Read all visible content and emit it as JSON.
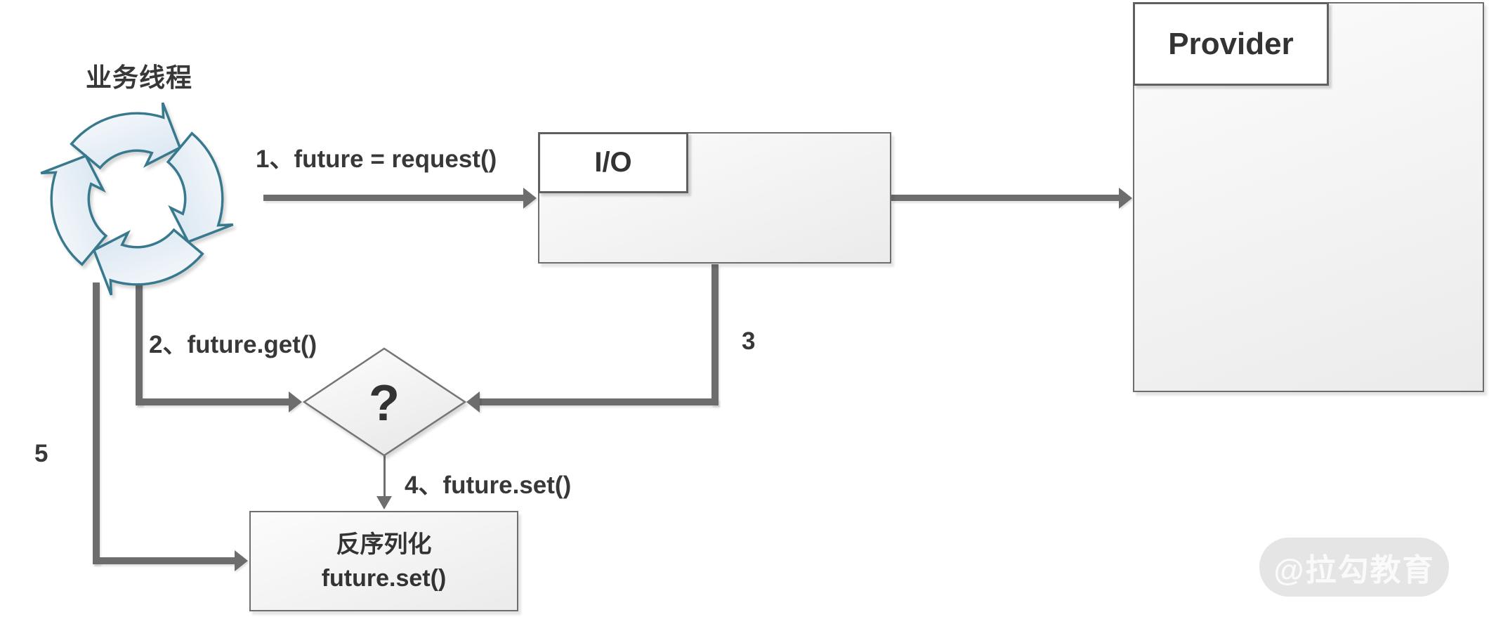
{
  "diagram": {
    "thread_label": "业务线程",
    "io_label": "I/O",
    "provider_label": "Provider",
    "decision_mark": "?",
    "deserialize_line1": "反序列化",
    "deserialize_line2": "future.set()",
    "steps": {
      "step1": "1、future = request()",
      "step2": "2、future.get()",
      "step3": "3",
      "step4": "4、future.set()",
      "step5": "5"
    },
    "watermark": "@拉勾教育",
    "colors": {
      "accent_teal": "#38798e",
      "connector_gray": "#6d6d6d",
      "text": "#3a3a3a",
      "node_border": "#6e6e6e",
      "watermark_bg": "#e5e5e5",
      "watermark_text": "#fafafa"
    }
  }
}
